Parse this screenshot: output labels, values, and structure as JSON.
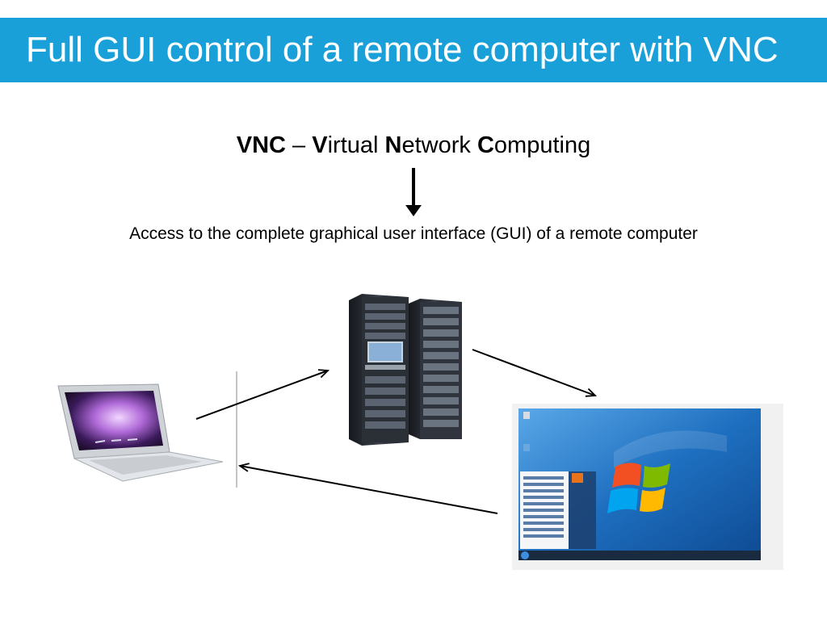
{
  "slide": {
    "title": "Full GUI control of a remote computer with VNC",
    "heading": {
      "acronym": "VNC",
      "dash": " – ",
      "word1_initial": "V",
      "word1_rest": "irtual ",
      "word2_initial": "N",
      "word2_rest": "etwork ",
      "word3_initial": "C",
      "word3_rest": "omputing"
    },
    "description": "Access to the complete graphical user interface (GUI) of a remote computer"
  },
  "colors": {
    "title_bar": "#1aa0d8",
    "desktop_sky": "#1e6fc0",
    "server_body": "#2b2f36"
  },
  "icons": [
    "laptop-icon",
    "server-rack-icon",
    "windows-desktop-icon",
    "windows-logo-icon"
  ]
}
